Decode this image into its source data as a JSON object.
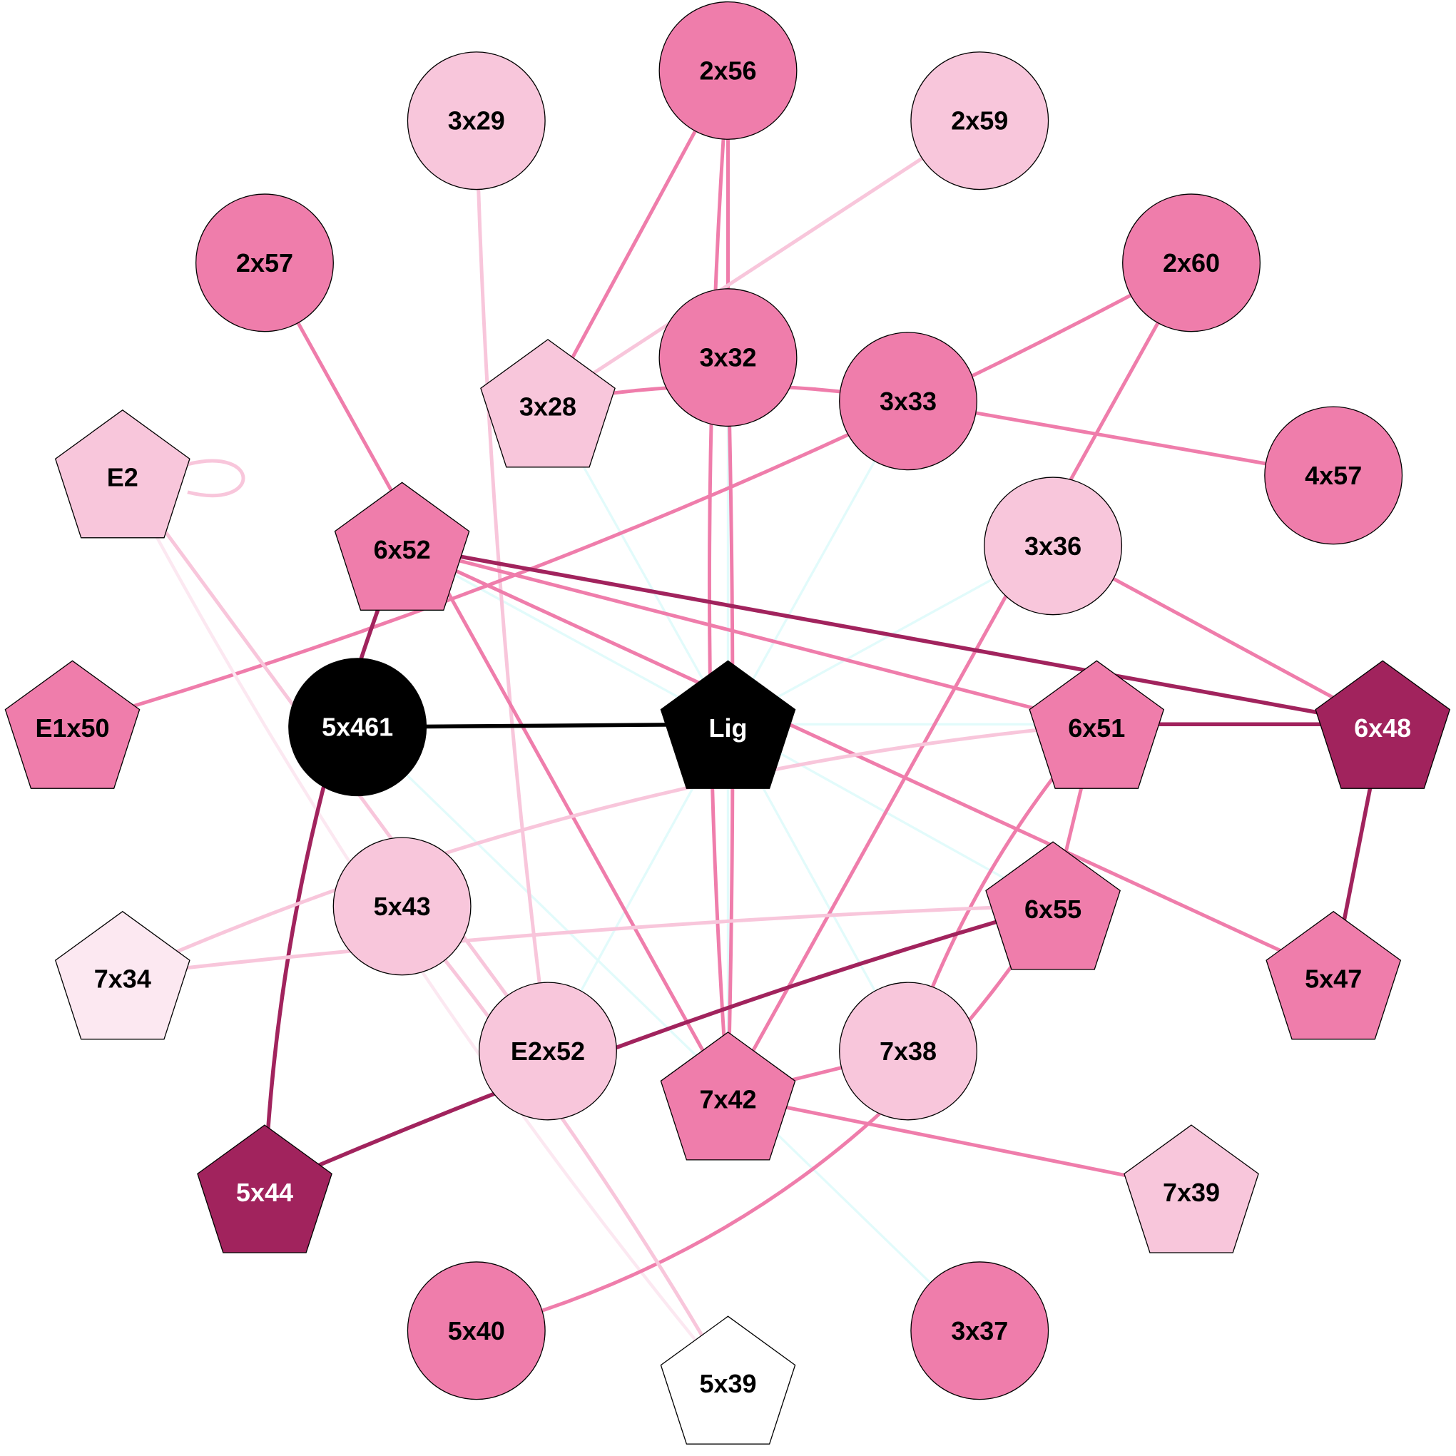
{
  "palette": {
    "white": "#ffffff",
    "very_light": "#fce8f1",
    "light": "#f8c6db",
    "medium": "#ef7dab",
    "dark": "#a1235d",
    "black": "#000000",
    "cyan": "#e2fbfb"
  },
  "nodes": [
    {
      "id": "2x56",
      "label": "2x56",
      "shape": "circle",
      "fill": "medium"
    },
    {
      "id": "3x29",
      "label": "3x29",
      "shape": "circle",
      "fill": "light"
    },
    {
      "id": "2x59",
      "label": "2x59",
      "shape": "circle",
      "fill": "light"
    },
    {
      "id": "2x57",
      "label": "2x57",
      "shape": "circle",
      "fill": "medium"
    },
    {
      "id": "2x60",
      "label": "2x60",
      "shape": "circle",
      "fill": "medium"
    },
    {
      "id": "3x32",
      "label": "3x32",
      "shape": "circle",
      "fill": "medium"
    },
    {
      "id": "3x28",
      "label": "3x28",
      "shape": "pentagon",
      "fill": "light"
    },
    {
      "id": "3x33",
      "label": "3x33",
      "shape": "circle",
      "fill": "medium"
    },
    {
      "id": "E2",
      "label": "E2",
      "shape": "pentagon",
      "fill": "light"
    },
    {
      "id": "4x57",
      "label": "4x57",
      "shape": "circle",
      "fill": "medium"
    },
    {
      "id": "6x52",
      "label": "6x52",
      "shape": "pentagon",
      "fill": "medium"
    },
    {
      "id": "3x36",
      "label": "3x36",
      "shape": "circle",
      "fill": "light"
    },
    {
      "id": "E1x50",
      "label": "E1x50",
      "shape": "pentagon",
      "fill": "medium"
    },
    {
      "id": "5x461",
      "label": "5x461",
      "shape": "circle",
      "fill": "black",
      "text": "white"
    },
    {
      "id": "Lig",
      "label": "Lig",
      "shape": "pentagon",
      "fill": "black",
      "text": "white"
    },
    {
      "id": "6x51",
      "label": "6x51",
      "shape": "pentagon",
      "fill": "medium"
    },
    {
      "id": "6x48",
      "label": "6x48",
      "shape": "pentagon",
      "fill": "dark",
      "text": "white"
    },
    {
      "id": "5x43",
      "label": "5x43",
      "shape": "circle",
      "fill": "light"
    },
    {
      "id": "6x55",
      "label": "6x55",
      "shape": "pentagon",
      "fill": "medium"
    },
    {
      "id": "7x34",
      "label": "7x34",
      "shape": "pentagon",
      "fill": "very_light"
    },
    {
      "id": "5x47",
      "label": "5x47",
      "shape": "pentagon",
      "fill": "medium"
    },
    {
      "id": "E2x52",
      "label": "E2x52",
      "shape": "circle",
      "fill": "light"
    },
    {
      "id": "7x38",
      "label": "7x38",
      "shape": "circle",
      "fill": "light"
    },
    {
      "id": "7x42",
      "label": "7x42",
      "shape": "pentagon",
      "fill": "medium"
    },
    {
      "id": "5x44",
      "label": "5x44",
      "shape": "pentagon",
      "fill": "dark",
      "text": "white"
    },
    {
      "id": "7x39",
      "label": "7x39",
      "shape": "pentagon",
      "fill": "light"
    },
    {
      "id": "5x40",
      "label": "5x40",
      "shape": "circle",
      "fill": "medium"
    },
    {
      "id": "3x37",
      "label": "3x37",
      "shape": "circle",
      "fill": "medium"
    },
    {
      "id": "5x39",
      "label": "5x39",
      "shape": "pentagon",
      "fill": "white"
    }
  ],
  "edges": [
    {
      "source": "Lig",
      "target": "3x28",
      "color": "cyan"
    },
    {
      "source": "Lig",
      "target": "3x32",
      "color": "cyan"
    },
    {
      "source": "Lig",
      "target": "3x33",
      "color": "cyan"
    },
    {
      "source": "Lig",
      "target": "3x36",
      "color": "cyan"
    },
    {
      "source": "Lig",
      "target": "6x52",
      "color": "cyan"
    },
    {
      "source": "Lig",
      "target": "6x51",
      "color": "cyan"
    },
    {
      "source": "Lig",
      "target": "6x55",
      "color": "cyan"
    },
    {
      "source": "Lig",
      "target": "7x38",
      "color": "cyan"
    },
    {
      "source": "Lig",
      "target": "7x42",
      "color": "cyan"
    },
    {
      "source": "Lig",
      "target": "E2x52",
      "color": "cyan"
    },
    {
      "source": "5x461",
      "target": "3x37",
      "color": "cyan"
    },
    {
      "source": "2x56",
      "target": "3x32",
      "color": "medium"
    },
    {
      "source": "2x56",
      "target": "3x28",
      "color": "medium"
    },
    {
      "source": "2x56",
      "target": "7x42",
      "color": "medium"
    },
    {
      "source": "2x59",
      "target": "3x28",
      "color": "light"
    },
    {
      "source": "3x29",
      "target": "E2x52",
      "color": "light"
    },
    {
      "source": "2x57",
      "target": "7x42",
      "color": "medium"
    },
    {
      "source": "2x60",
      "target": "E1x50",
      "color": "medium"
    },
    {
      "source": "2x60",
      "target": "7x42",
      "color": "medium"
    },
    {
      "source": "3x28",
      "target": "3x33",
      "color": "medium"
    },
    {
      "source": "3x32",
      "target": "7x42",
      "color": "medium"
    },
    {
      "source": "3x33",
      "target": "4x57",
      "color": "medium"
    },
    {
      "source": "E2",
      "target": "E2",
      "color": "light"
    },
    {
      "source": "E2",
      "target": "E2x52",
      "color": "light"
    },
    {
      "source": "E2",
      "target": "5x39",
      "color": "very_light"
    },
    {
      "source": "6x52",
      "target": "6x48",
      "color": "dark"
    },
    {
      "source": "6x52",
      "target": "6x51",
      "color": "medium"
    },
    {
      "source": "6x52",
      "target": "5x47",
      "color": "medium"
    },
    {
      "source": "6x52",
      "target": "5x44",
      "color": "dark"
    },
    {
      "source": "3x36",
      "target": "6x48",
      "color": "medium"
    },
    {
      "source": "5x461",
      "target": "Lig",
      "color": "black"
    },
    {
      "source": "6x51",
      "target": "6x48",
      "color": "dark"
    },
    {
      "source": "6x51",
      "target": "7x34",
      "color": "light"
    },
    {
      "source": "6x51",
      "target": "6x55",
      "color": "medium"
    },
    {
      "source": "6x51",
      "target": "7x38",
      "color": "medium"
    },
    {
      "source": "6x48",
      "target": "5x47",
      "color": "dark"
    },
    {
      "source": "6x55",
      "target": "7x34",
      "color": "light"
    },
    {
      "source": "6x55",
      "target": "5x44",
      "color": "dark"
    },
    {
      "source": "6x55",
      "target": "5x40",
      "color": "medium"
    },
    {
      "source": "5x43",
      "target": "5x39",
      "color": "light"
    },
    {
      "source": "7x42",
      "target": "7x38",
      "color": "medium"
    },
    {
      "source": "7x42",
      "target": "7x39",
      "color": "medium"
    }
  ]
}
